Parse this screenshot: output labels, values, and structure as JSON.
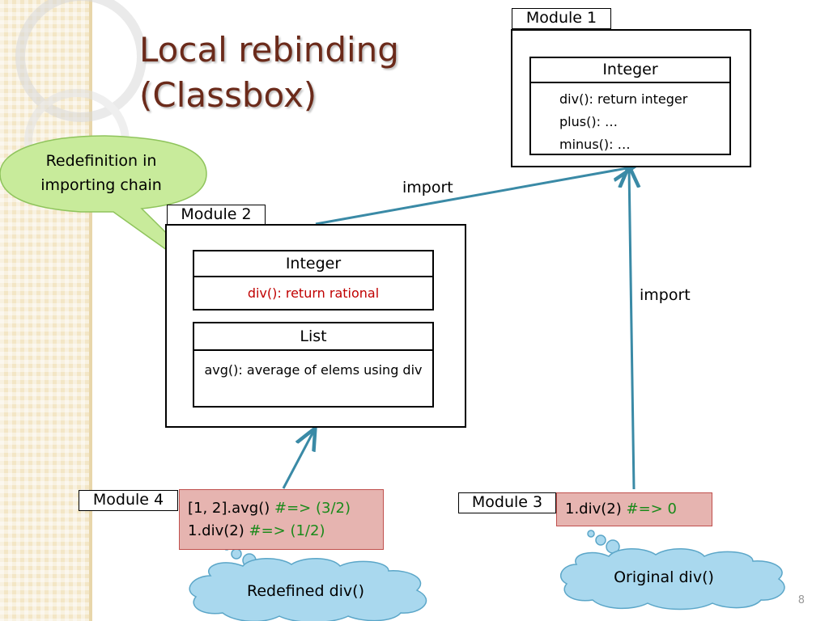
{
  "title_lines": [
    "Local rebinding",
    "(Classbox)"
  ],
  "callout": "Redefinition in importing chain",
  "module1": {
    "tag": "Module 1",
    "class_name": "Integer",
    "methods": [
      "div(): return  integer",
      "plus(): …",
      "minus(): …"
    ]
  },
  "module2": {
    "tag": "Module 2",
    "integer_class": "Integer",
    "integer_method": "div(): return  rational",
    "list_class": "List",
    "list_method": "avg(): average of elems using div"
  },
  "module3": {
    "tag": "Module 3",
    "code_black": "1.div(2) ",
    "code_green": "#=> 0"
  },
  "module4": {
    "tag": "Module 4",
    "line1_black": "[1, 2].avg() ",
    "line1_green": "#=> (3/2)",
    "line2_black": "1.div(2) ",
    "line2_green": "#=> (1/2)"
  },
  "import_label_1": "import",
  "import_label_2": "import",
  "cloud_left": "Redefined div()",
  "cloud_right": "Original div()",
  "page_number": "8",
  "colors": {
    "title": "#6b2a1a",
    "arrow": "#3a8aa6",
    "code_bg": "#e6b4b0",
    "callout": "#c8eb9b",
    "cloud": "#a9d8ee",
    "redefined_text": "#c00000",
    "result_text": "#1a8a1a"
  }
}
